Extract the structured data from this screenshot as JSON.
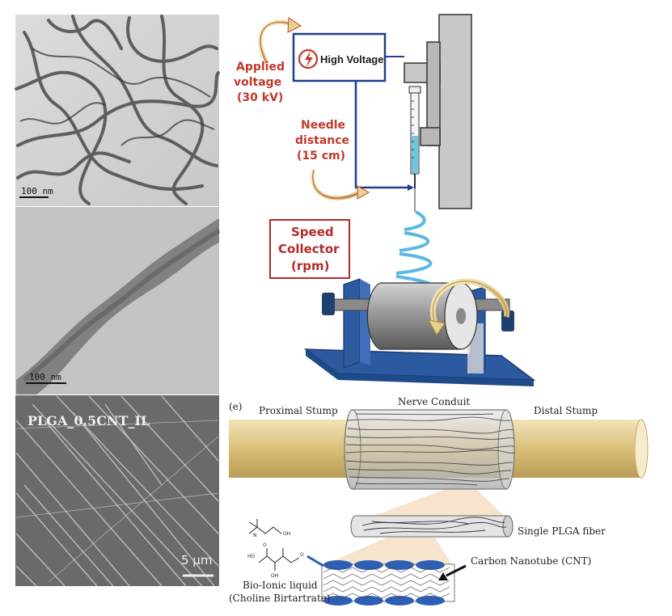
{
  "micrographs": {
    "top_scale": "100 nm",
    "middle_scale": "100 nm",
    "bottom_label": "PLGA_0.5CNT_IL",
    "bottom_scale": "5 μm"
  },
  "electrospinning": {
    "high_voltage": "High Voltage",
    "applied_voltage_line1": "Applied",
    "applied_voltage_line2": "voltage",
    "applied_voltage_line3": "(30 kV)",
    "needle_line1": "Needle",
    "needle_line2": "distance",
    "needle_line3": "(15 cm)",
    "speed_line1": "Speed",
    "speed_line2": "Collector",
    "speed_line3": "(rpm)",
    "colors": {
      "accent_red": "#c0392b",
      "box_blue": "#1f3f8f",
      "collector_blue": "#2c5aa0"
    }
  },
  "conduit": {
    "panel_label": "(e)",
    "proximal": "Proximal Stump",
    "conduit_label": "Nerve Conduit",
    "distal": "Distal Stump",
    "fiber_label": "Single PLGA fiber",
    "cnt_label": "Carbon Nanotube (CNT)",
    "ionic_line1": "Bio-Ionic liquid",
    "ionic_line2": "(Choline Birtartrate)"
  }
}
